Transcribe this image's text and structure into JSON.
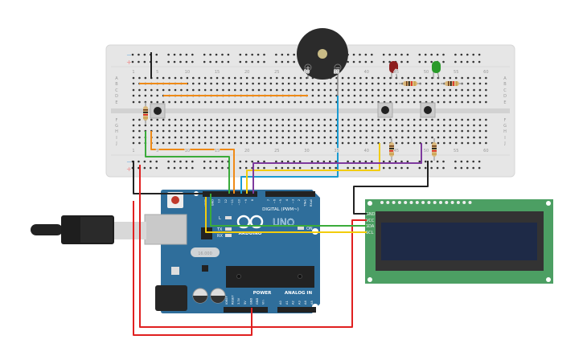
{
  "breadboard": {
    "column_numbers": [
      "1",
      "5",
      "10",
      "15",
      "20",
      "25",
      "30",
      "35",
      "40",
      "45",
      "50",
      "55",
      "60"
    ],
    "row_letters_top": [
      "A",
      "B",
      "C",
      "D",
      "E"
    ],
    "row_letters_bottom": [
      "F",
      "G",
      "H",
      "I",
      "J"
    ],
    "rail_minus": "−",
    "rail_plus": "+"
  },
  "buzzer": {
    "plus": "+",
    "minus": "−"
  },
  "arduino": {
    "brand": "ARDUINO",
    "model": "UNO",
    "digital_label": "DIGITAL (PWM~)",
    "power_label": "POWER",
    "analog_label": "ANALOG IN",
    "led_l": "L",
    "led_tx": "TX",
    "led_rx": "RX",
    "led_on": "ON",
    "digital_pins": [
      "AREF",
      "GND",
      "13",
      "12",
      "~11",
      "~10",
      "~9",
      "8",
      "7",
      "~6",
      "~5",
      "4",
      "~3",
      "2",
      "TX▸1",
      "RX◂0"
    ],
    "power_pins": [
      "IOREF",
      "RESET",
      "3.3V",
      "5V",
      "GND",
      "GND",
      "Vin"
    ],
    "analog_pins": [
      "A0",
      "A1",
      "A2",
      "A3",
      "A4",
      "A5"
    ],
    "crystal": "16.000"
  },
  "lcd": {
    "pins": [
      "GND",
      "VCC",
      "SDA",
      "SCL"
    ]
  },
  "colors": {
    "breadboard": "#e6e6e6",
    "arduino": "#2f6e9b",
    "lcd_board": "#4c9f63",
    "lcd_screen": "#1e2a47",
    "wire_orange": "#ef8a17",
    "wire_green": "#3aab3a",
    "wire_blue": "#1a9bd1",
    "wire_yellow": "#f2cc0c",
    "wire_purple": "#7e3a9e",
    "wire_red": "#e02020",
    "wire_black": "#222222"
  }
}
